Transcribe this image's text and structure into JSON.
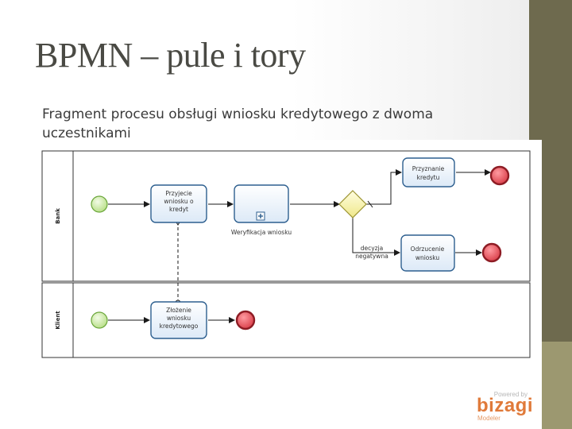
{
  "slide": {
    "title": "BPMN – pule i tory",
    "subtitle": "Fragment procesu obsługi wniosku kredytowego z dwoma uczestnikami"
  },
  "diagram": {
    "lanes": [
      "Bank",
      "Klient"
    ],
    "tasks": {
      "przyjecie": [
        "Przyjecie",
        "wniosku o",
        "kredyt"
      ],
      "weryfikacja": "Weryfikacja wniosku",
      "przyznanie": [
        "Przyznanie",
        "kredytu"
      ],
      "odrzucenie": [
        "Odrzucenie",
        "wniosku"
      ],
      "zlozenie": [
        "Złożenie",
        "wniosku",
        "kredytowego"
      ]
    },
    "flow_labels": {
      "decyzja": [
        "decyzja",
        "negatywna"
      ]
    },
    "icons": [
      "start-event-icon",
      "end-event-icon",
      "exclusive-gateway-icon",
      "subprocess-marker-icon"
    ],
    "colors": {
      "start_fill": "#c6e89a",
      "start_stroke": "#6aa63a",
      "end_fill": "#e04b55",
      "end_stroke": "#8e1c24",
      "task_fill": "#e9f2fb",
      "task_stroke": "#2d5f8f",
      "gateway_fill": "#f6f2a8",
      "gateway_stroke": "#9b9330"
    }
  },
  "branding": {
    "powered": "Powered by",
    "logo": "bizagi",
    "product": "Modeler"
  }
}
